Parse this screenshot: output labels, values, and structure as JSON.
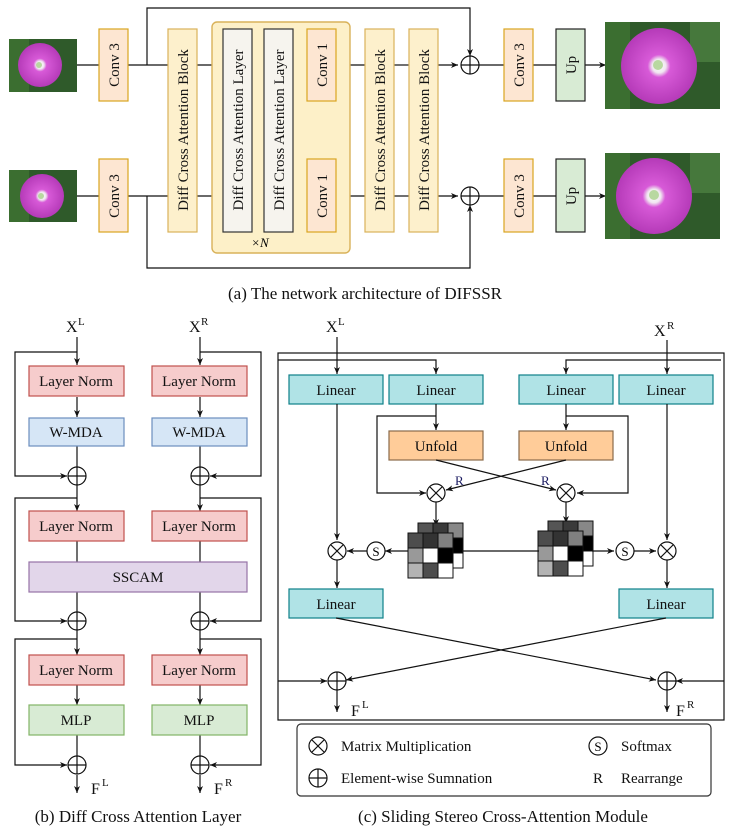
{
  "colors": {
    "conv_fill": "#fde6d2",
    "conv_stroke": "#d9a520",
    "block_fill": "#fdf0cc",
    "block_stroke": "#d9b25a",
    "group_fill": "#fdf0c8",
    "group_stroke": "#d9b25a",
    "layer_fill": "#f6f4ee",
    "layer_stroke": "#333333",
    "up_fill": "#d8ebd4",
    "up_stroke": "#222222",
    "layernorm_fill": "#f6cccc",
    "layernorm_stroke": "#c0504d",
    "wmda_fill": "#d6e6f6",
    "wmda_stroke": "#6c8ebf",
    "sscam_fill": "#e2d6ea",
    "sscam_stroke": "#9673a6",
    "mlp_fill": "#d8ebd4",
    "mlp_stroke": "#82b366",
    "linear_fill": "#b0e3e6",
    "linear_stroke": "#0e8088",
    "unfold_fill": "#ffcc99",
    "unfold_stroke": "#8a6a4a",
    "flower_petal": "#c040c8",
    "flower_leaf": "#2f5a2a"
  },
  "panel_a": {
    "caption": "(a) The network architecture of DIFSSR",
    "conv3_label": "Conv 3",
    "block_label": "Diff Cross Attention Block",
    "layer_label": "Diff Cross Attention Layer",
    "conv1_label": "Conv 1",
    "repeat_label": "×N",
    "up_label": "Up"
  },
  "panel_b": {
    "caption": "(b) Diff Cross Attention Layer",
    "input_left": "X",
    "input_left_sup": "L",
    "input_right": "X",
    "input_right_sup": "R",
    "layernorm_label": "Layer Norm",
    "wmda_label": "W-MDA",
    "sscam_label": "SSCAM",
    "mlp_label": "MLP",
    "output_left": "F",
    "output_left_sup": "L",
    "output_right": "F",
    "output_right_sup": "R"
  },
  "panel_c": {
    "caption": "(c) Sliding Stereo Cross-Attention Module",
    "input_left": "X",
    "input_left_sup": "L",
    "input_right": "X",
    "input_right_sup": "R",
    "linear_label": "Linear",
    "unfold_label": "Unfold",
    "rearrange_mark": "R",
    "softmax_mark": "S",
    "output_left": "F",
    "output_left_sup": "L",
    "output_right": "F",
    "output_right_sup": "R",
    "legend": {
      "matmul": "Matrix Multiplication",
      "sum": "Element-wise Sumnation",
      "softmax": "Softmax",
      "rearrange_symbol": "R",
      "rearrange": "Rearrange"
    },
    "attention_grid_shades": [
      [
        "#4d4d4d",
        "#333333",
        "#808080"
      ],
      [
        "#999999",
        "#ffffff",
        "#000000"
      ],
      [
        "#b3b3b3",
        "#4d4d4d",
        "#ffffff"
      ]
    ],
    "attention_grid_back_shades": [
      "#555555",
      "#3a3a3a",
      "#888888",
      "#000000",
      "#ffffff"
    ]
  }
}
